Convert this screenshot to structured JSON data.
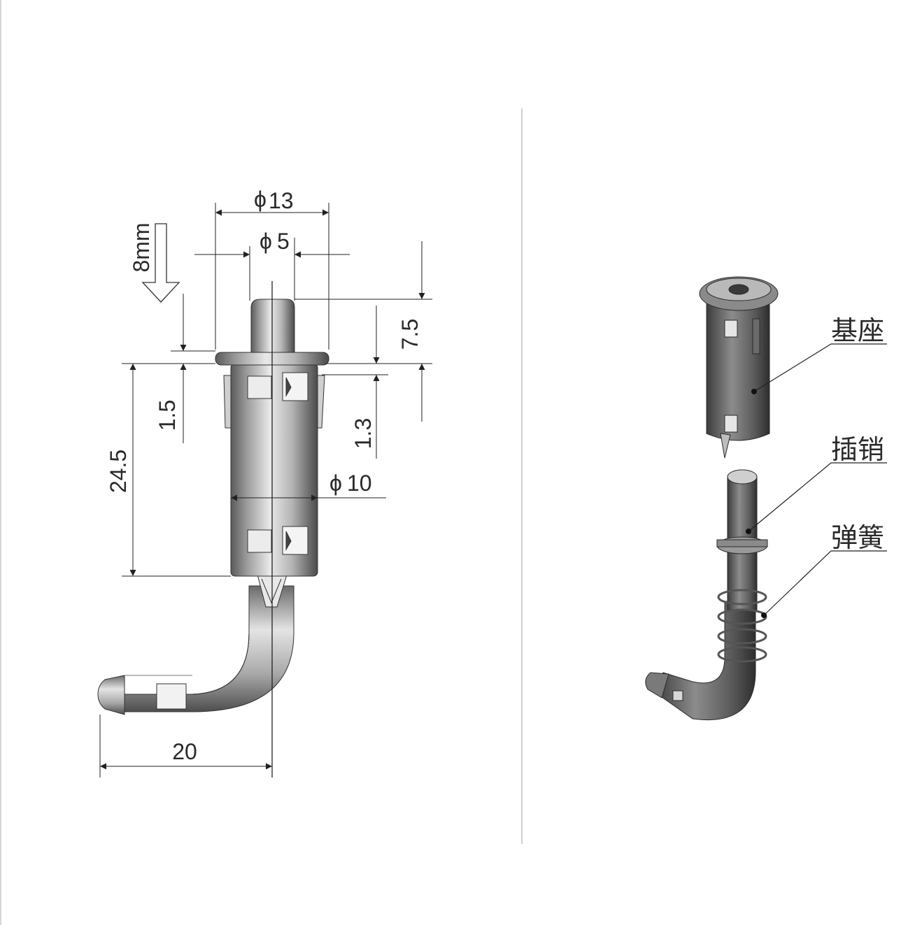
{
  "drawing": {
    "dimensions": {
      "head_diameter": "13",
      "pin_diameter": "5",
      "body_diameter": "10",
      "pin_protrusion": "7.5",
      "flange_thickness": "1.5",
      "clip_offset": "1.3",
      "body_length": "24.5",
      "handle_reach": "20",
      "press_travel": "8mm"
    },
    "diameter_symbol": "ϕ"
  },
  "exploded": {
    "labels": {
      "base": "基座",
      "pin": "插销",
      "spring": "弹簧"
    }
  }
}
